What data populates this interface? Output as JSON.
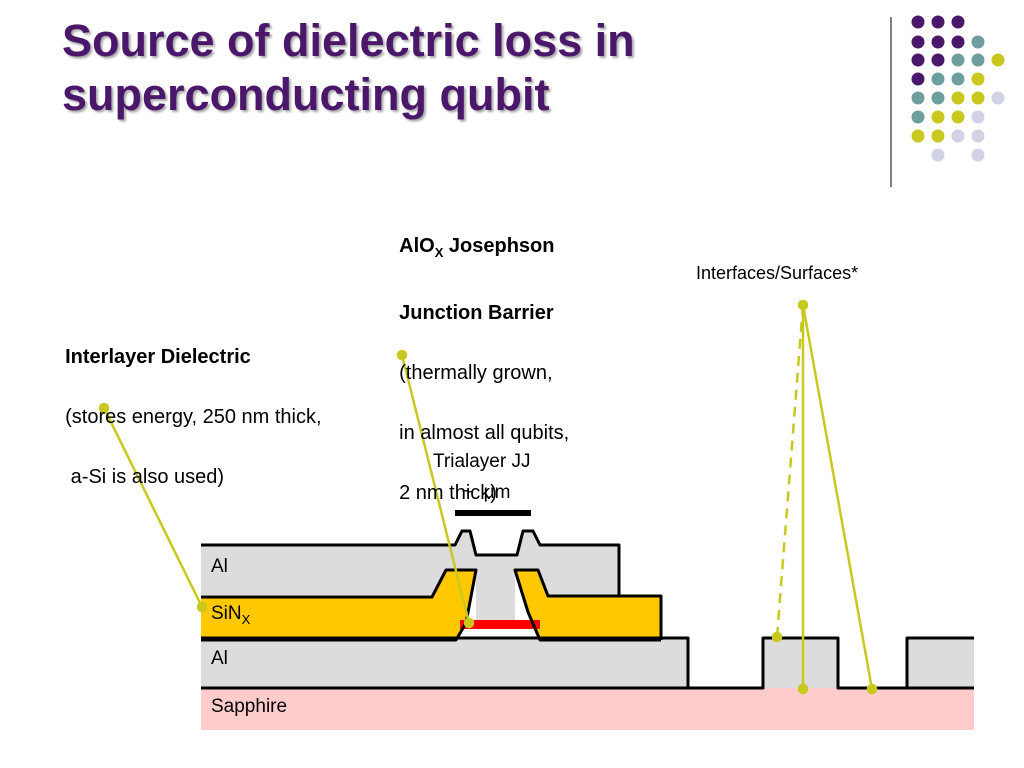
{
  "title": "Source of dielectric loss in superconducting qubit",
  "labels": {
    "interlayer": {
      "heading": "Interlayer Dielectric",
      "line1": "(stores energy, 250 nm thick,",
      "line2": " a-Si is also used)"
    },
    "barrier": {
      "heading_prefix": "AlO",
      "heading_sub": "X",
      "heading_suffix": " Josephson",
      "heading2": "Junction Barrier",
      "line1": "(thermally grown,",
      "line2": "in almost all qubits,",
      "line3": "2 nm thick)"
    },
    "interfaces": "Interfaces/Surfaces*",
    "trialayer_line1": "Trialayer JJ",
    "trialayer_line2": "~  μm"
  },
  "layers": {
    "top_al": "Al",
    "sin_prefix": "SiN",
    "sin_sub": "X",
    "bottom_al": "Al",
    "substrate": "Sapphire"
  },
  "colors": {
    "title": "#4B176B",
    "al": "#DCDCDC",
    "sin": "#FFC800",
    "sapphire": "#FFCCCC",
    "barrier": "#FF0000",
    "leader": "#C8C81E",
    "dot_purple": "#4B176B",
    "dot_teal": "#6E9E9E",
    "dot_yellow": "#C8C81E",
    "dot_lavender": "#D2D2E6"
  }
}
